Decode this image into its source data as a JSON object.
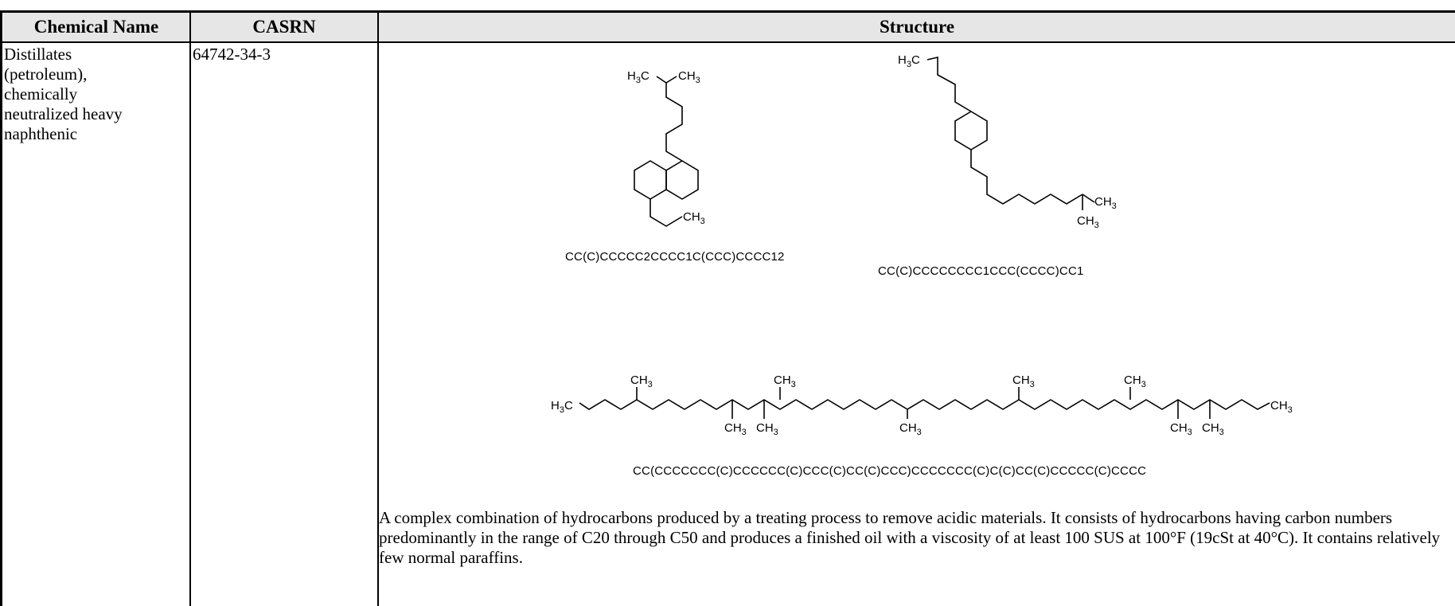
{
  "table": {
    "headers": {
      "chemical_name": "Chemical Name",
      "casrn": "CASRN",
      "structure": "Structure"
    },
    "row": {
      "chemical_name_lines": [
        "Distillates",
        "(petroleum),",
        "chemically",
        "neutralized heavy",
        "naphthenic"
      ],
      "casrn": "64742-34-3",
      "structures": [
        {
          "smiles": "CC(C)CCCCC2CCCC1C(CCC)CCCC12"
        },
        {
          "smiles": "CC(C)CCCCCCCC1CCC(CCCC)CC1"
        },
        {
          "smiles": "CC(CCCCCCC(C)CCCCCC(C)CCC(C)CC(C)CCC)CCCCCCC(C)C(C)CC(C)CCCCC(C)CCCC"
        }
      ],
      "atom_labels": {
        "methyl_left": "H",
        "methyl_right": "CH",
        "subscript_3": "3",
        "carbon": "C"
      },
      "description": "A complex combination of hydrocarbons produced by a treating process to remove acidic materials. It consists of hydrocarbons having carbon numbers predominantly in the range of C20 through C50 and produces a finished oil with a viscosity of at least 100 SUS at 100°F (19cSt at 40°C).  It contains relatively few normal paraffins."
    }
  }
}
